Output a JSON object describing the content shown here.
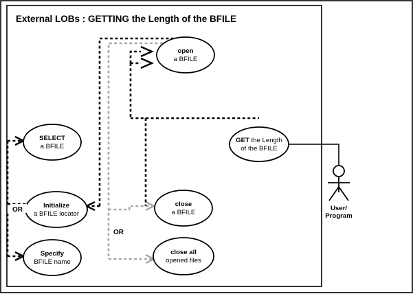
{
  "diagram": {
    "title": "External LOBs : GETTING the Length of the BFILE",
    "type": "uml-use-case-diagram"
  },
  "nodes": {
    "open_bfile": {
      "line1": "open",
      "line2": "a BFILE",
      "line1_bold": true
    },
    "select_bfile": {
      "line1": "SELECT",
      "line2": "a BFILE",
      "line1_bold": true
    },
    "initialize_locator": {
      "line1": "Initialize",
      "line2": "a BFILE locator",
      "line1_bold": true
    },
    "specify_name": {
      "line1": "Specify",
      "line2": "BFILE name",
      "line1_bold": true
    },
    "get_length": {
      "line1_bold_part": "GET",
      "line1_rest": " the Length",
      "line2": "of the BFILE"
    },
    "close_bfile": {
      "line1": "close",
      "line2": "a BFILE",
      "line1_bold": true
    },
    "close_all": {
      "line1": "close all",
      "line2": "opened files",
      "line1_bold": true
    }
  },
  "labels": {
    "or_left": "OR",
    "or_middle": "OR"
  },
  "actor": {
    "line1": "User/",
    "line2": "Program"
  },
  "colors": {
    "stroke_black": "#000000",
    "stroke_gray": "#a8a8a8",
    "background": "#ffffff"
  }
}
